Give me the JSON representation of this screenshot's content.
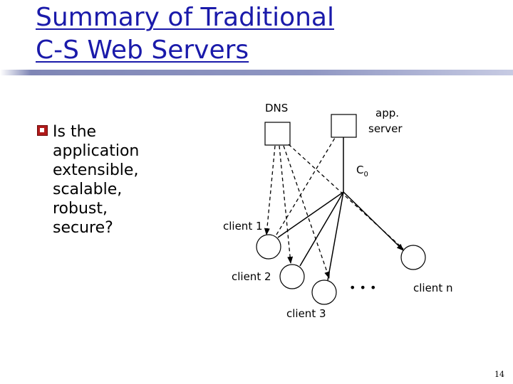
{
  "slide": {
    "title_line1": "Summary of Traditional",
    "title_line2": "C-S Web Servers",
    "bullet_text": "Is the\napplication\nextensible,\nscalable,\nrobust,\nsecure?",
    "page_number": "14"
  },
  "diagram": {
    "dns_label": "DNS",
    "app_server_label_line1": "app.",
    "app_server_label_line2": "server",
    "c0_label": "C",
    "c0_subscript": "0",
    "client1_label": "client 1",
    "client2_label": "client 2",
    "client3_label": "client 3",
    "clientn_label": "client n",
    "ellipsis": "• • •"
  }
}
